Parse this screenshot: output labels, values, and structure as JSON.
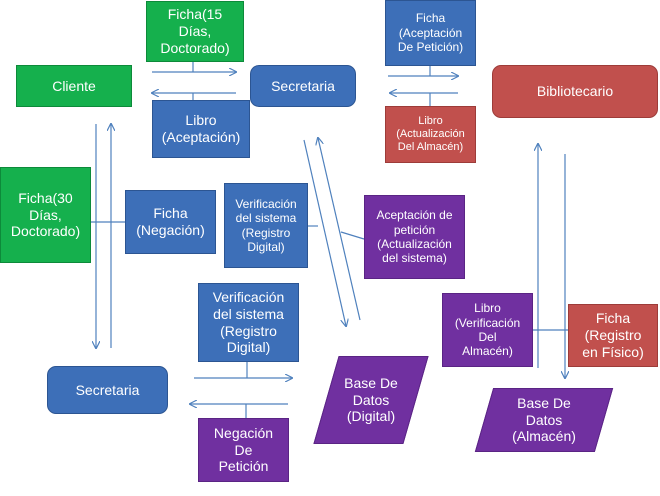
{
  "nodes": {
    "cliente": "Cliente",
    "ficha_15": "Ficha(15\nDías,\nDoctorado)",
    "secretaria_top": "Secretaria",
    "libro_aceptacion": "Libro\n(Aceptación)",
    "ficha_aceptacion_peticion": "Ficha\n(Aceptación\nDe Petición)",
    "libro_actualizacion": "Libro\n(Actualización\nDel Almacén)",
    "bibliotecario": "Bibliotecario",
    "ficha_30": "Ficha(30\nDías,\nDoctorado)",
    "ficha_negacion": "Ficha\n(Negación)",
    "verificacion_sistema_small": "Verificación\ndel sistema\n(Registro\nDigital)",
    "aceptacion_peticion": "Aceptación de\npetición\n(Actualización\ndel sistema)",
    "verificacion_sistema_large": "Verificación\ndel sistema\n(Registro\nDigital)",
    "libro_verificacion": "Libro\n(Verificación\nDel\nAlmacén)",
    "ficha_registro_fisico": "Ficha\n(Registro\nen Físico)",
    "secretaria_bottom": "Secretaria",
    "base_datos_digital": "Base De\nDatos\n(Digital)",
    "base_datos_almacen": "Base De\nDatos\n(Almacén)",
    "negacion_peticion": "Negación\nDe\nPetición"
  },
  "colors": {
    "green": "#15b04d",
    "blue": "#3d6fb8",
    "red": "#c1504d",
    "purple": "#7030a0",
    "arrow": "#4f81bd"
  }
}
